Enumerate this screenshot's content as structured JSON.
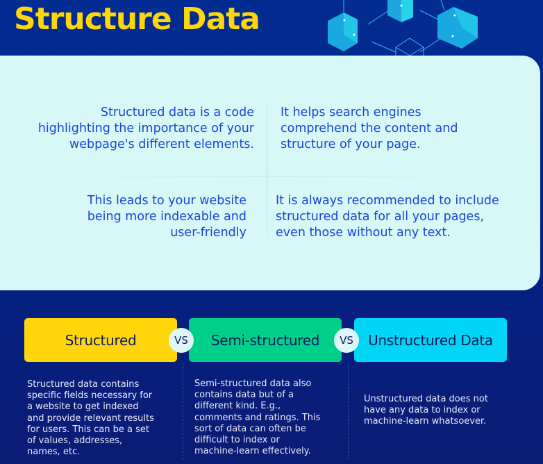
{
  "title": "Structure Data",
  "colors": {
    "title": "#ffd60a",
    "panel": "#d7f8f7",
    "panel_text": "#1646d6",
    "structured": "#ffd60a",
    "semi": "#00cf8a",
    "unstructured": "#00d5f5"
  },
  "panel": {
    "top_left": [
      "Structured data is a code",
      "highlighting the importance of your",
      "webpage's different elements."
    ],
    "top_right": [
      "It helps search engines",
      "comprehend the content and",
      "structure of your page."
    ],
    "bottom_left": [
      "This leads to your website",
      "being more indexable and",
      "user-friendly"
    ],
    "bottom_right": [
      "It is always recommended to include",
      "structured data for all your pages,",
      "even those without any text."
    ]
  },
  "comparison": {
    "vs": "VS",
    "types": [
      {
        "label": "Structured",
        "desc": [
          "Structured data contains",
          "specific fields necessary for",
          "a website to get indexed",
          "and provide relevant results",
          "for users. This can be a set",
          "of values, addresses,",
          "names, etc."
        ]
      },
      {
        "label": "Semi-structured",
        "desc": [
          "Semi-structured data also",
          "contains data but of a",
          "different kind. E.g.,",
          "comments and ratings. This",
          "sort of data can often be",
          "difficult to index or",
          "machine-learn effectively."
        ]
      },
      {
        "label": "Unstructured Data",
        "desc": [
          "Unstructured data does not",
          "have any data to index or",
          "machine-learn whatsoever."
        ]
      }
    ]
  }
}
